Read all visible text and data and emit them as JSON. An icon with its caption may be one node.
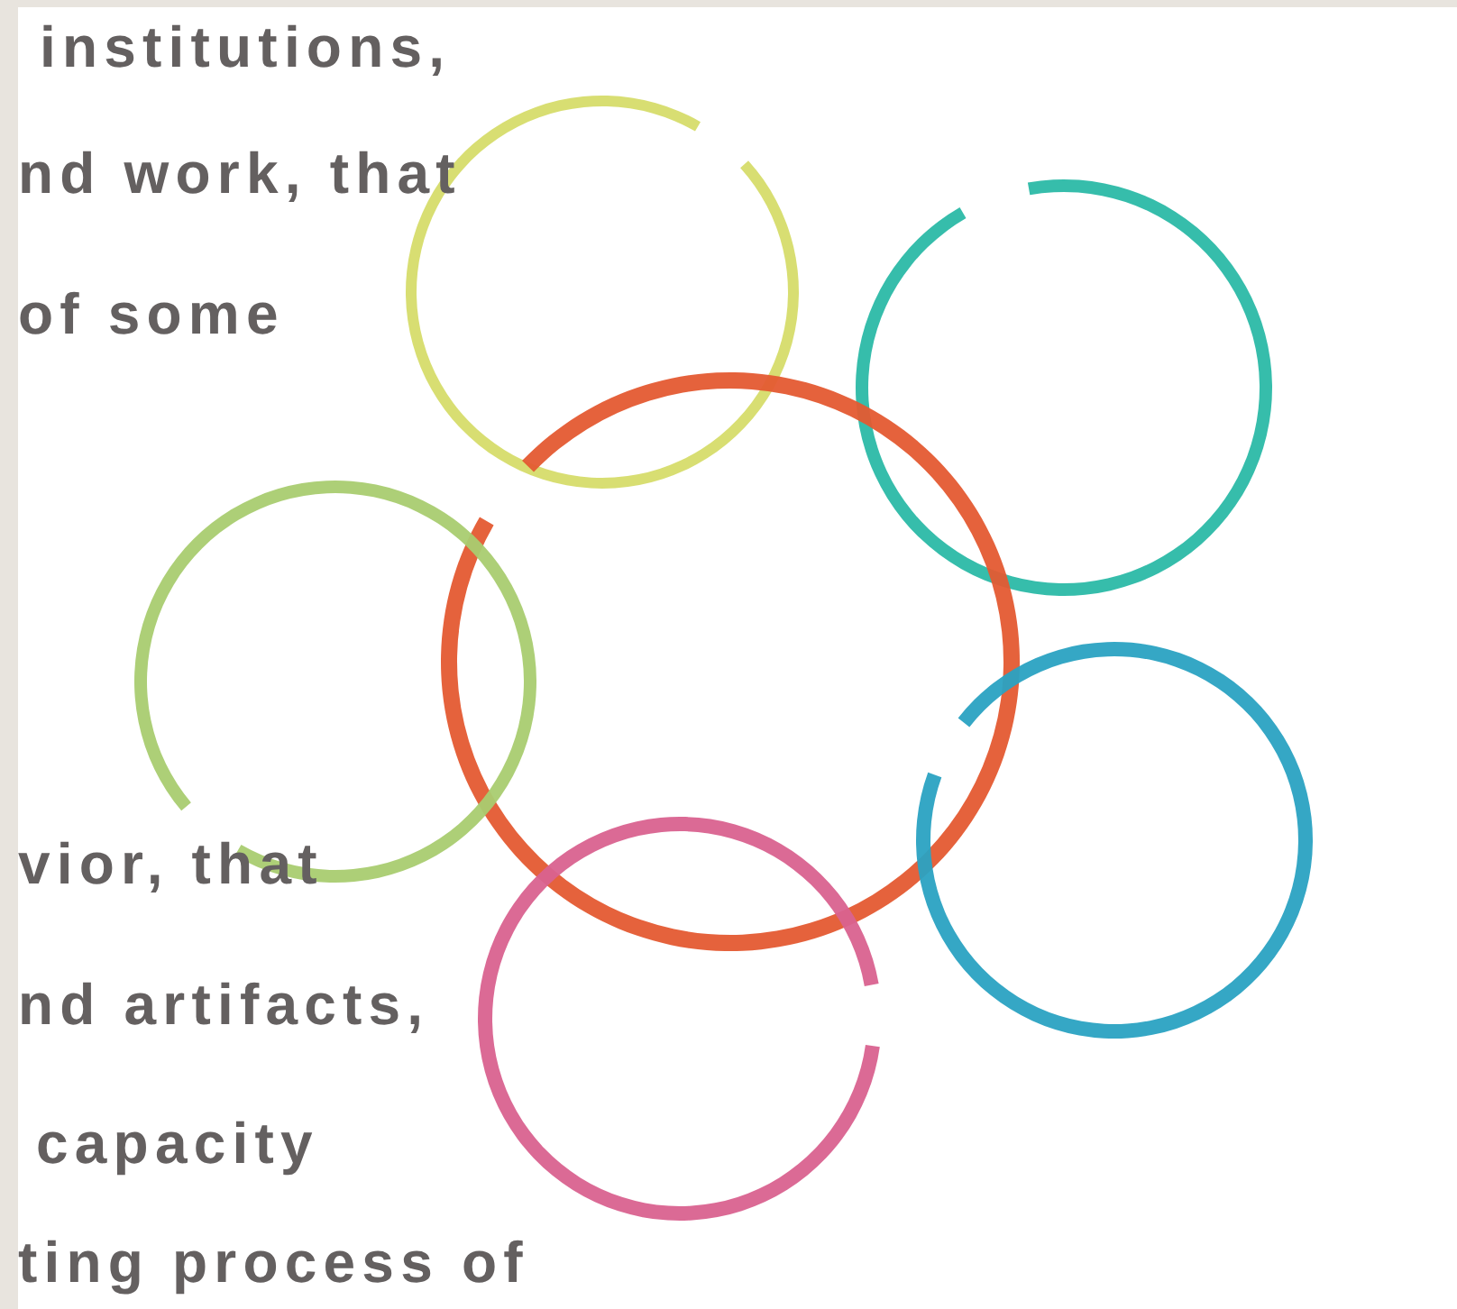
{
  "diagram": {
    "labels": [
      "institutions,",
      "nd work, that",
      "of some",
      "vior, that",
      "nd artifacts,",
      "capacity",
      "ting process of"
    ]
  }
}
